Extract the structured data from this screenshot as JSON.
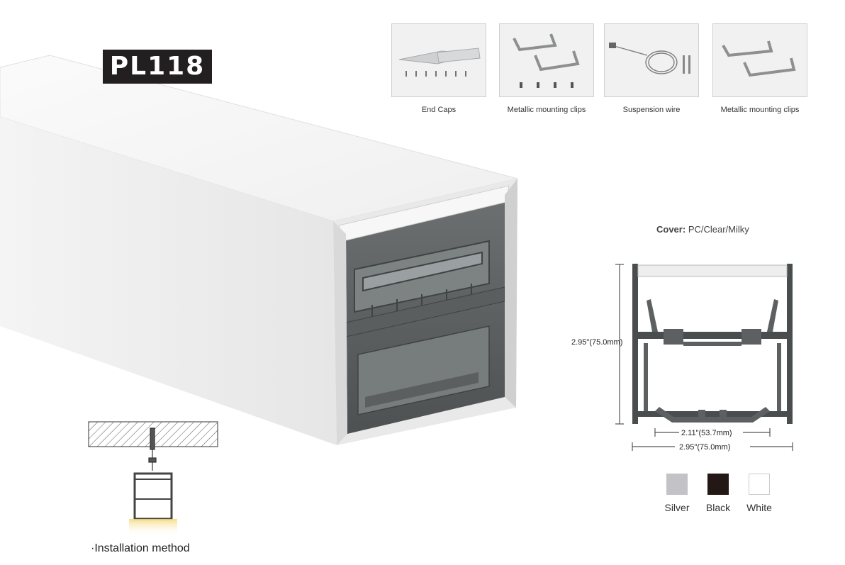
{
  "product": {
    "model": "PL118"
  },
  "accessories": [
    {
      "label": "End Caps",
      "icon": "end-caps-icon"
    },
    {
      "label": "Metallic mounting clips",
      "icon": "mounting-clips-icon"
    },
    {
      "label": "Suspension wire",
      "icon": "suspension-wire-icon"
    },
    {
      "label": "Metallic mounting clips",
      "icon": "mounting-clips-icon"
    }
  ],
  "cover": {
    "label": "Cover:",
    "options": "PC/Clear/Milky"
  },
  "dimensions": {
    "height": "2.95\"(75.0mm)",
    "inner_width": "2.11\"(53.7mm)",
    "outer_width": "2.95\"(75.0mm)"
  },
  "colors": [
    {
      "label": "Silver",
      "hex": "#c3c3c7"
    },
    {
      "label": "Black",
      "hex": "#231815"
    },
    {
      "label": "White",
      "hex": "#ffffff"
    }
  ],
  "installation": {
    "label": "·Installation method"
  }
}
